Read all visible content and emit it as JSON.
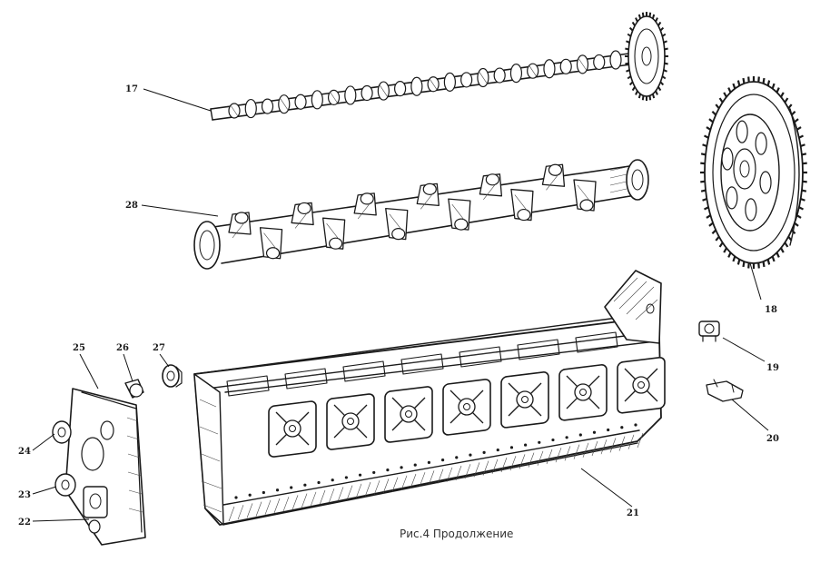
{
  "figure": {
    "caption": "Рис.4 Продолжение",
    "colors": {
      "ink": "#1a1a1a",
      "background": "#ffffff"
    }
  },
  "callouts": [
    {
      "id": "17",
      "label": "17",
      "part": "camshaft"
    },
    {
      "id": "28",
      "label": "28",
      "part": "crankshaft"
    },
    {
      "id": "18",
      "label": "18",
      "part": "flywheel-ring-gear"
    },
    {
      "id": "19",
      "label": "19",
      "part": "small-fitting"
    },
    {
      "id": "20",
      "label": "20",
      "part": "bracket"
    },
    {
      "id": "21",
      "label": "21",
      "part": "cylinder-block"
    },
    {
      "id": "25",
      "label": "25",
      "part": "timing-cover"
    },
    {
      "id": "26",
      "label": "26",
      "part": "plug"
    },
    {
      "id": "27",
      "label": "27",
      "part": "seal"
    },
    {
      "id": "24",
      "label": "24",
      "part": "cover-fitting-upper"
    },
    {
      "id": "23",
      "label": "23",
      "part": "cover-fitting-middle"
    },
    {
      "id": "22",
      "label": "22",
      "part": "cover-fitting-lower"
    }
  ]
}
